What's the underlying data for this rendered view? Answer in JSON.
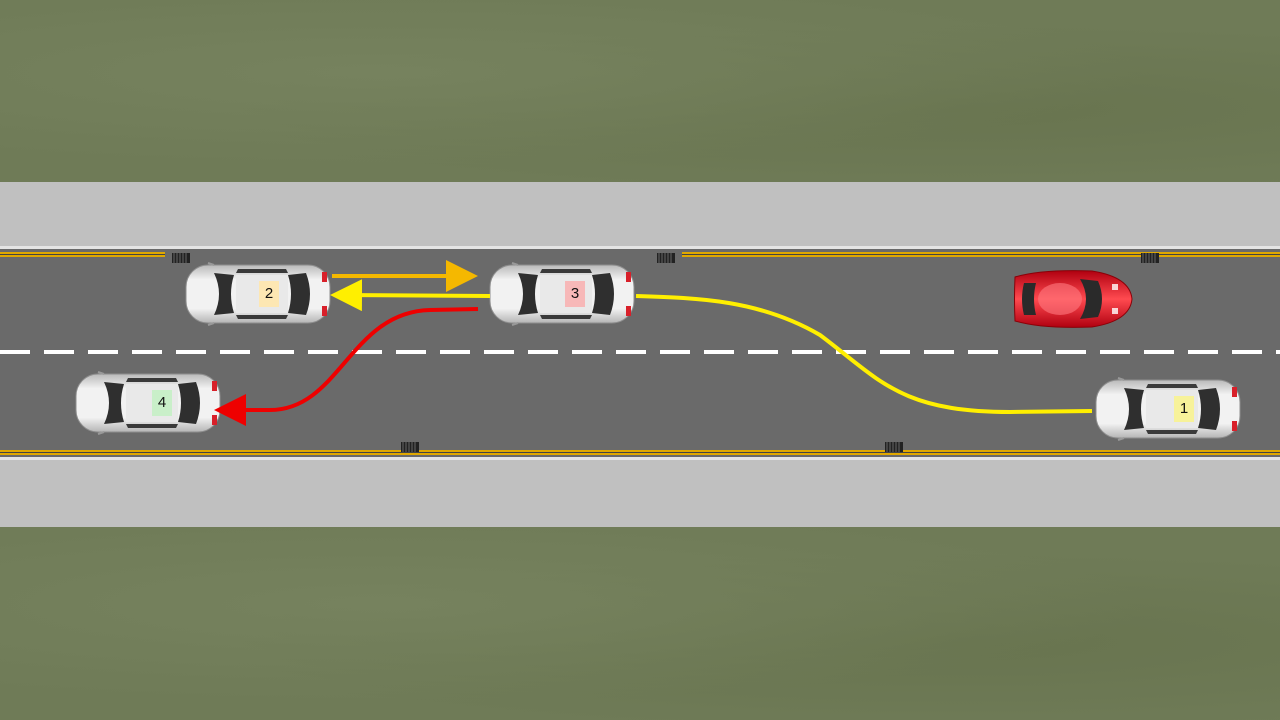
{
  "scene": {
    "cars": [
      {
        "label": "1",
        "color": "#f7f29a"
      },
      {
        "label": "2",
        "color": "#fde7b3"
      },
      {
        "label": "3",
        "color": "#f7b8b8"
      },
      {
        "label": "4",
        "color": "#c9efc9"
      }
    ],
    "path_colors": {
      "car1_to_car2": "#ffef00",
      "car2_to_car3": "#f5b800",
      "car3_to_car4": "#ee0000"
    },
    "red_car_color": "#e8141c",
    "lane_line_color": "#e0a800"
  }
}
